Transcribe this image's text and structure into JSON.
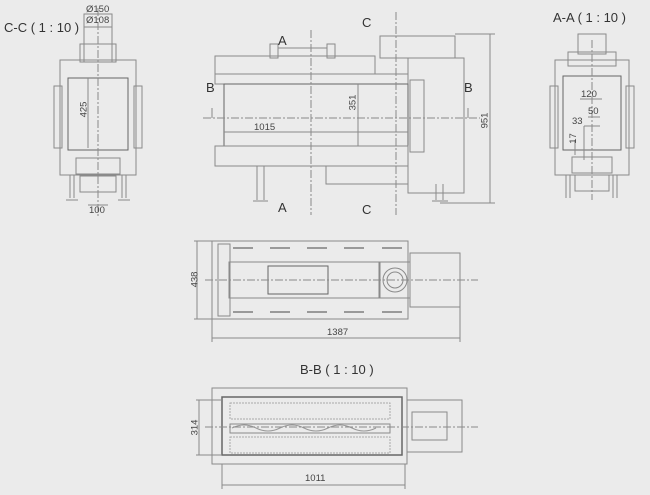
{
  "drawing": {
    "background": "#ebebeb",
    "line_color": "#8a8a8a",
    "views": {
      "section_cc": {
        "title": "C-C ( 1 : 10 )",
        "dims": {
          "outer_flue_dia": "Ø150",
          "inner_flue_dia": "Ø108",
          "height": "425",
          "bottom_width": "100"
        }
      },
      "front_elevation": {
        "markers": {
          "a_top": "A",
          "a_bottom": "A",
          "c_top": "C",
          "c_bottom": "C",
          "b_left": "B",
          "b_right": "B"
        },
        "dims": {
          "glass_height": "351",
          "glass_width": "1015",
          "total_height": "951"
        }
      },
      "section_aa": {
        "title": "A-A ( 1 : 10 )",
        "dims": {
          "d120": "120",
          "d50": "50",
          "d33": "33",
          "d17": "17"
        }
      },
      "plan_view": {
        "dims": {
          "depth": "438",
          "length": "1387"
        }
      },
      "section_bb": {
        "title": "B-B ( 1 : 10 )",
        "dims": {
          "depth": "314",
          "width": "1011"
        }
      }
    }
  }
}
